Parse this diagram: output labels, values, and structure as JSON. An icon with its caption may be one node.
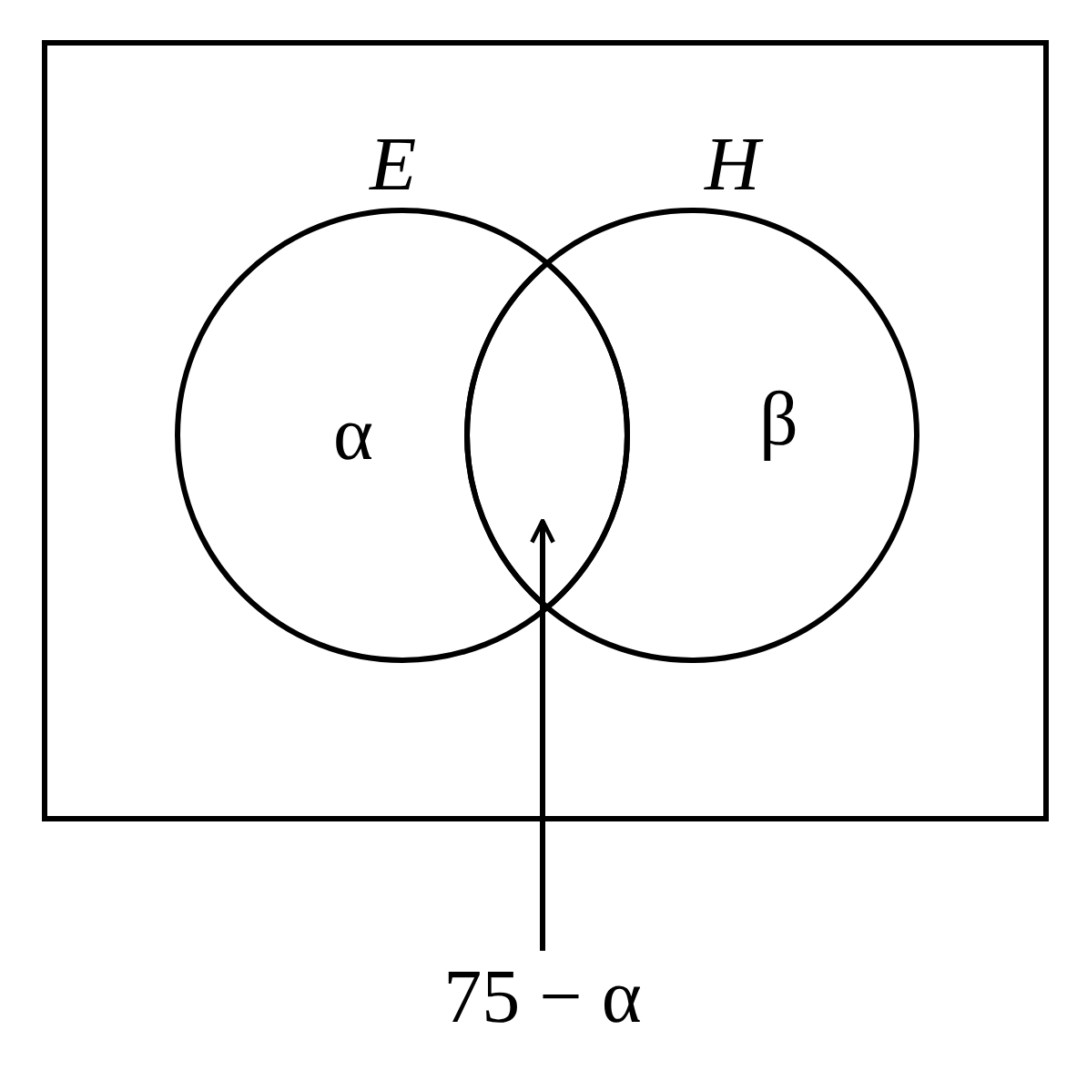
{
  "diagram": {
    "nodes": [
      {
        "text": [],
        "shape": "box"
      },
      {
        "text": [
          "E",
          "α"
        ],
        "in": 0
      },
      {
        "text": [
          "H",
          "β"
        ],
        "in": 0
      },
      {
        "text": [],
        "shape": "lens"
      },
      {
        "text": [
          "75 − α"
        ]
      }
    ],
    "edges": [
      {
        "from": 4,
        "to": 3,
        "arrow": "to"
      }
    ]
  }
}
